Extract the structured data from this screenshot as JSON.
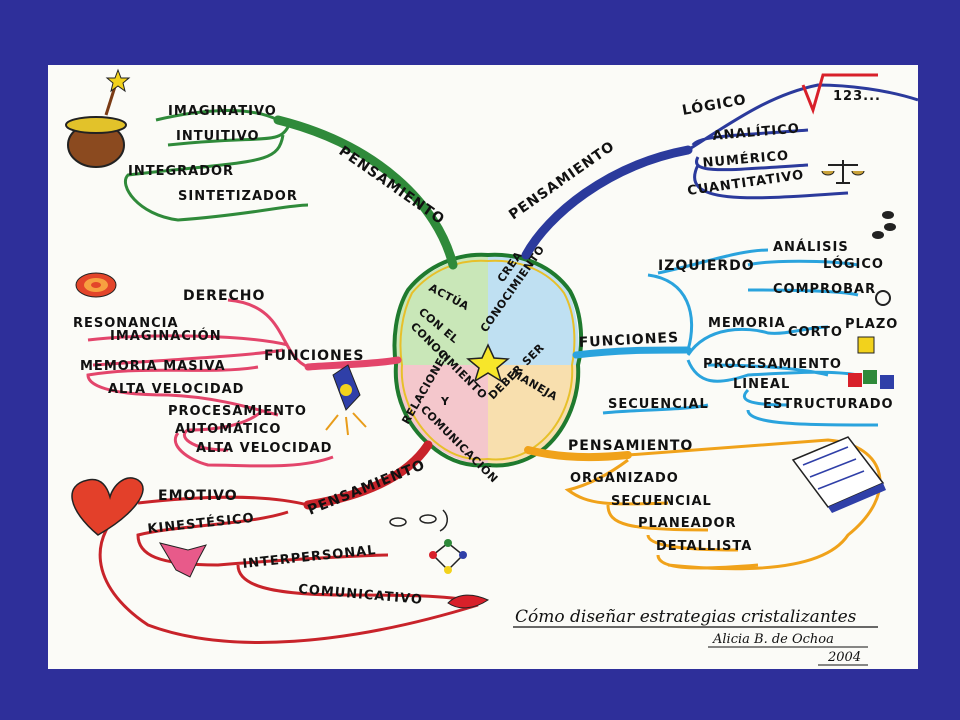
{
  "center": {
    "q1": [
      "ACTÚA",
      "CON EL",
      "CONOCIMIENTO"
    ],
    "q2": [
      "CREA",
      "CONOCIMIENTO"
    ],
    "q3": [
      "RELACIONES",
      "Y",
      "COMUNICACIÓN"
    ],
    "q4": [
      "MANEJA",
      "DEBER SER"
    ]
  },
  "top_left": {
    "branch": "PENSAMIENTO",
    "items": [
      "IMAGINATIVO",
      "INTUITIVO",
      "INTEGRADOR",
      "SINTETIZADOR"
    ]
  },
  "top_right": {
    "branch": "PENSAMIENTO",
    "items": [
      "LÓGICO",
      "ANALÍTICO",
      "NUMÉRICO",
      "CUANTITATIVO"
    ],
    "icon_text": "123..."
  },
  "mid_left": {
    "branch": "FUNCIONES",
    "items": [
      "DERECHO",
      "RESONANCIA",
      "IMAGINACIÓN",
      "MEMORIA MASIVA",
      "ALTA VELOCIDAD",
      "PROCESAMIENTO",
      "AUTOMÁTICO",
      "ALTA VELOCIDAD"
    ]
  },
  "mid_right": {
    "branch": "FUNCIONES",
    "items": [
      "IZQUIERDO",
      "ANÁLISIS",
      "LÓGICO",
      "COMPROBAR",
      "MEMORIA",
      "CORTO",
      "PLAZO",
      "PROCESAMIENTO",
      "LINEAL",
      "SECUENCIAL",
      "ESTRUCTURADO"
    ]
  },
  "bottom_left": {
    "branch": "PENSAMIENTO",
    "items": [
      "EMOTIVO",
      "KINESTÉSICO",
      "INTERPERSONAL",
      "COMUNICATIVO"
    ]
  },
  "bottom_right": {
    "branch": "PENSAMIENTO",
    "items": [
      "ORGANIZADO",
      "SECUENCIAL",
      "PLANEADOR",
      "DETALLISTA"
    ]
  },
  "signature": {
    "title": "Cómo diseñar estrategias cristalizantes",
    "author": "Alicia B. de Ochoa",
    "year": "2004"
  },
  "colors": {
    "green": "#2f8a3a",
    "blue": "#2b3a9c",
    "pink": "#e3456b",
    "cyan": "#2aa3dd",
    "red": "#c8232a",
    "orange": "#f0a21a",
    "background": "#2e2f9a",
    "paper": "#fbfbf7"
  }
}
